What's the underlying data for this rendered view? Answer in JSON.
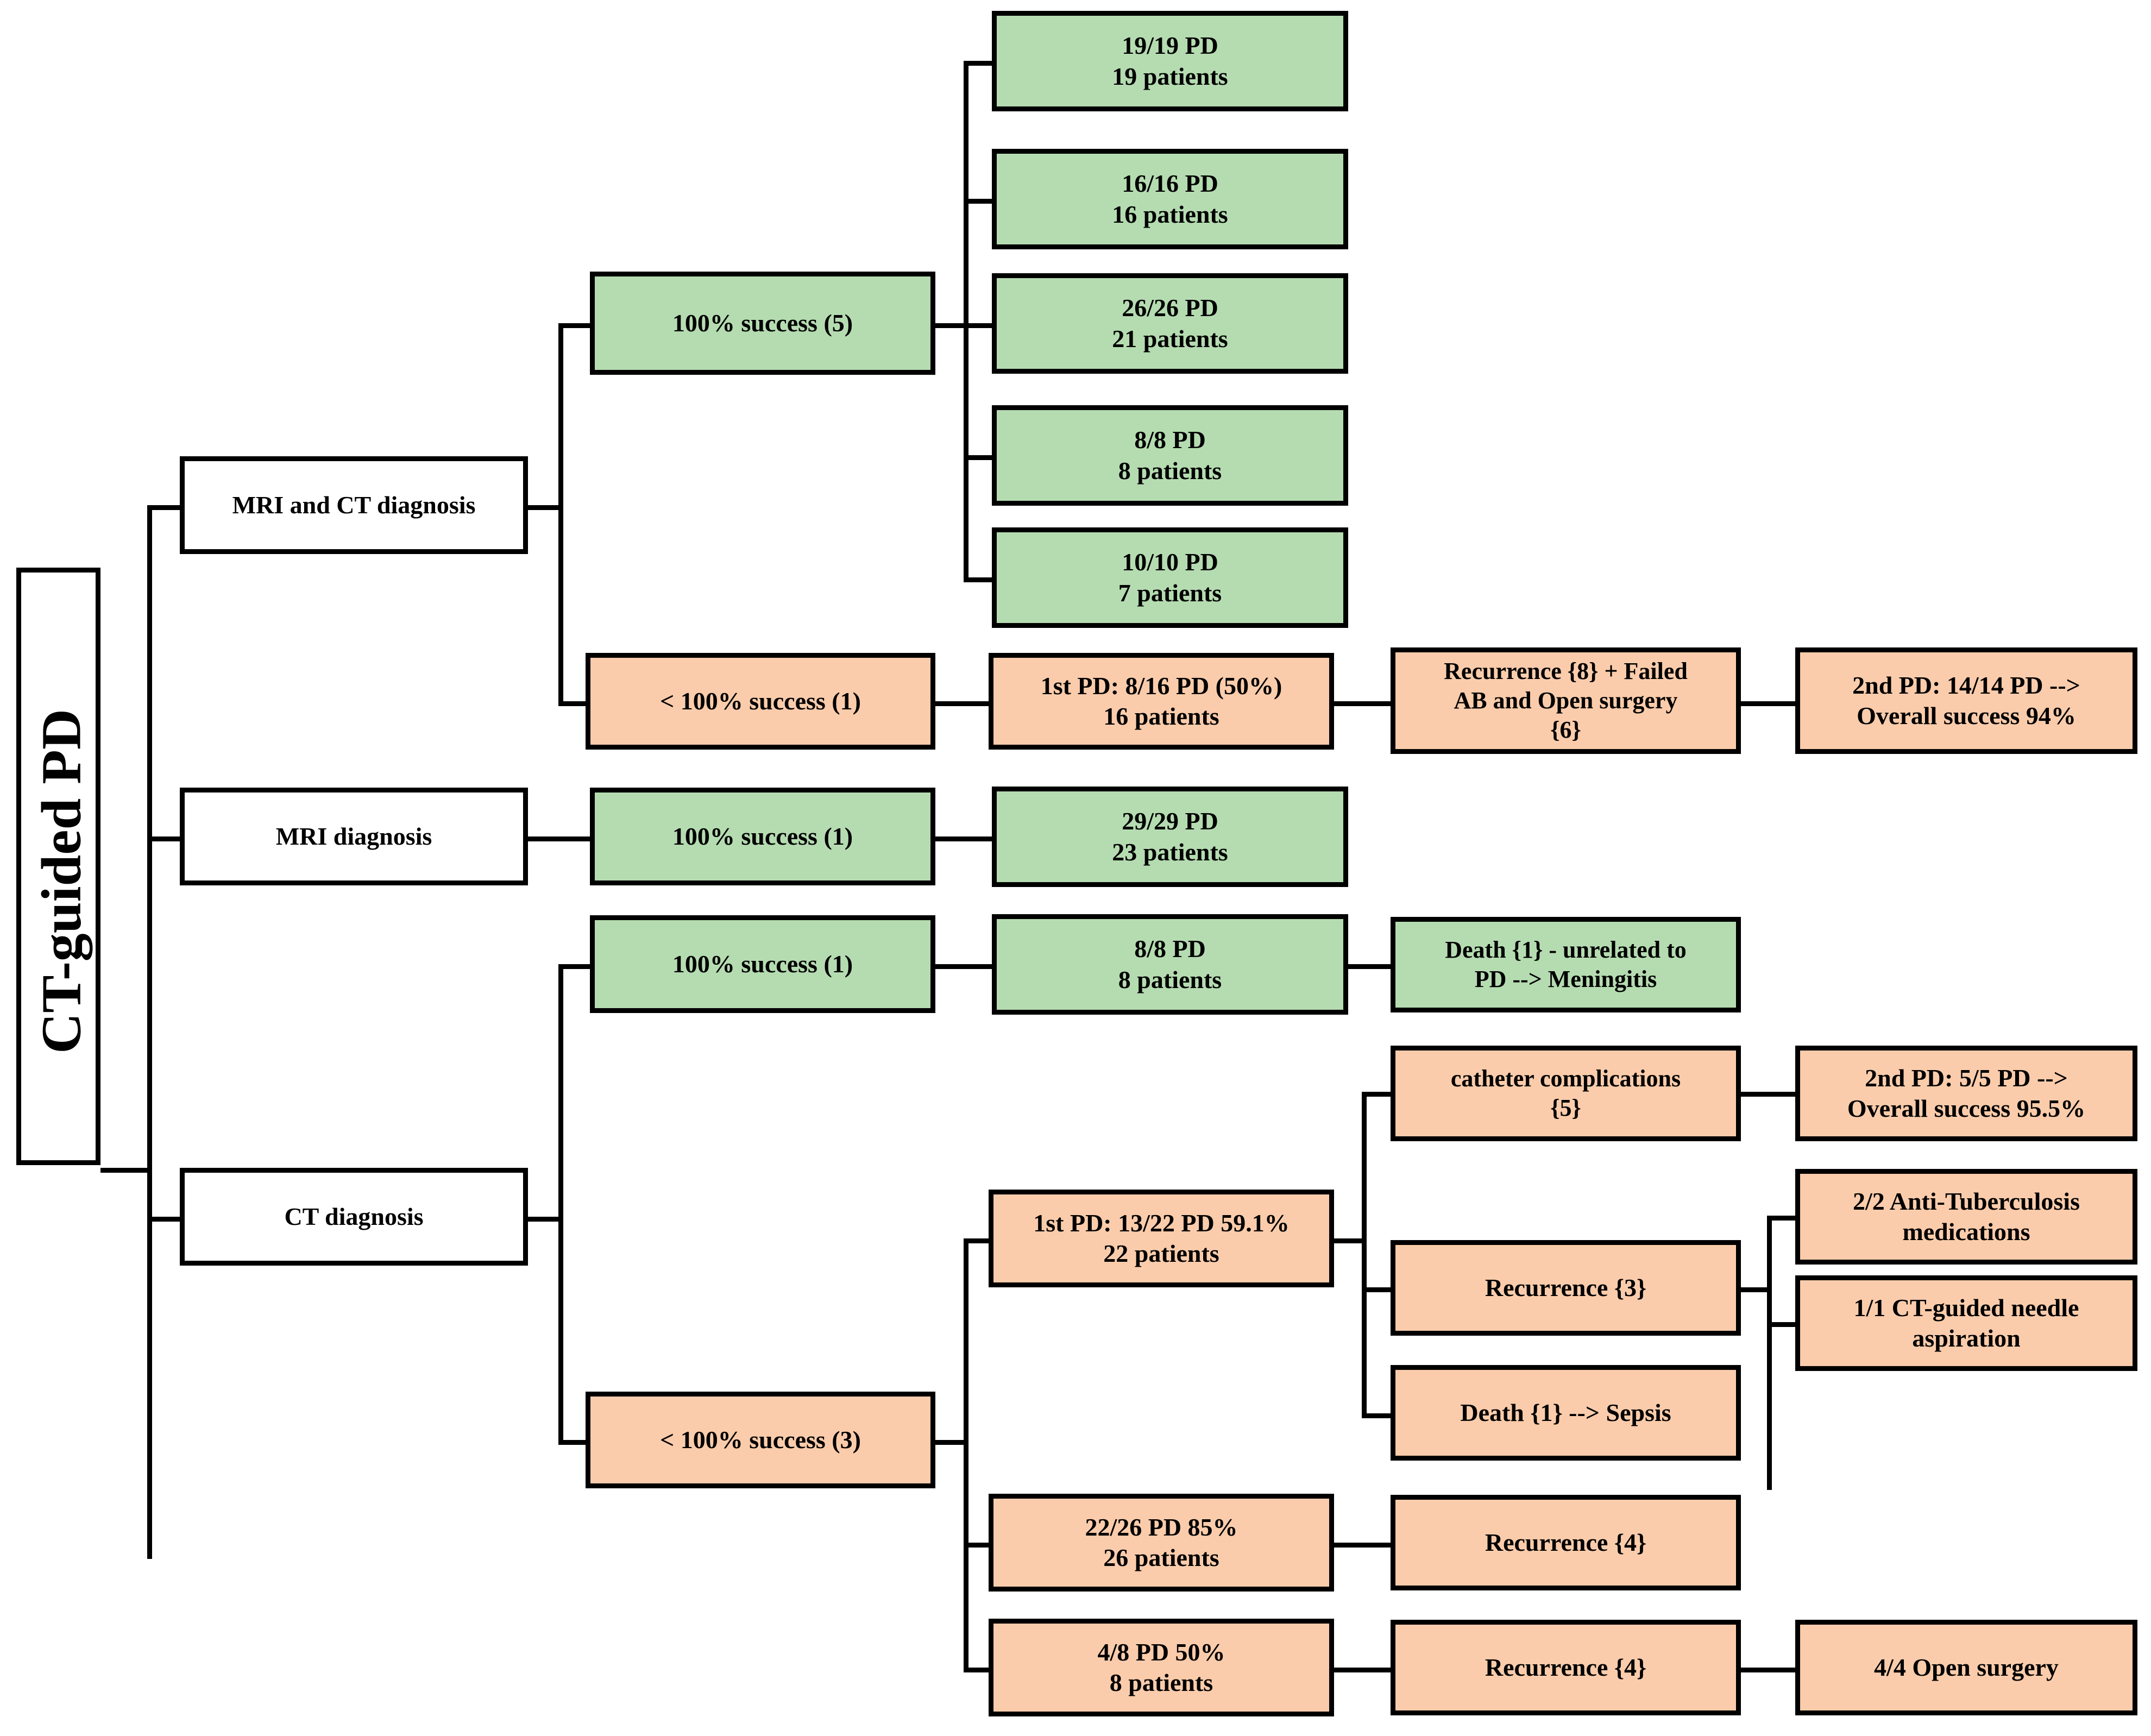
{
  "diagram": {
    "title": "CT-guided PD outcomes flowchart",
    "type": "flowchart-tree",
    "colors": {
      "success_fill": "#b5dcb1",
      "failure_fill": "#fbccab",
      "neutral_fill": "#ffffff",
      "border": "#000000"
    },
    "root": {
      "label": "CT-guided PD",
      "orientation": "vertical-rotated"
    },
    "branches": [
      {
        "id": "mri_and_ct",
        "label": "MRI and CT diagnosis"
      },
      {
        "id": "mri",
        "label": "MRI diagnosis"
      },
      {
        "id": "ct",
        "label": "CT diagnosis"
      }
    ],
    "outcomes": {
      "mri_ct_full": "100% success (5)",
      "mri_ct_partial": "< 100% success (1)",
      "mri_full": "100% success (1)",
      "ct_full": "100% success (1)",
      "ct_partial": "< 100% success (3)"
    },
    "studies_full_success": [
      {
        "pd": "19/19 PD",
        "patients": "19 patients"
      },
      {
        "pd": "16/16 PD",
        "patients": "16 patients"
      },
      {
        "pd": "26/26 PD",
        "patients": "21 patients"
      },
      {
        "pd": "8/8 PD",
        "patients": "8 patients"
      },
      {
        "pd": "10/10 PD",
        "patients": "7 patients"
      }
    ],
    "mri_ct_partial_chain": {
      "first_pd_line1": "1st PD: 8/16 PD (50%)",
      "first_pd_line2": "16 patients",
      "complication_line1": "Recurrence {8} + Failed",
      "complication_line2": "AB and Open surgery",
      "complication_line3": "{6}",
      "second_pd_line1": "2nd PD: 14/14 PD -->",
      "second_pd_line2": "Overall success 94%"
    },
    "mri_full_study": {
      "pd": "29/29 PD",
      "patients": "23 patients"
    },
    "ct_full_study": {
      "pd": "8/8 PD",
      "patients": "8 patients"
    },
    "ct_full_outcome": {
      "line1": "Death {1} - unrelated to",
      "line2": "PD --> Meningitis"
    },
    "ct_partial_groups": [
      {
        "id": "group_22",
        "line1": "1st PD: 13/22 PD 59.1%",
        "line2": "22 patients",
        "children": [
          {
            "id": "catheter",
            "line1": "catheter complications",
            "line2": "{5}",
            "children": [
              {
                "id": "second_pd_5",
                "line1": "2nd PD: 5/5 PD -->",
                "line2": "Overall success 95.5%"
              }
            ]
          },
          {
            "id": "recurrence3",
            "line1": "Recurrence {3}",
            "line2": "",
            "children": [
              {
                "id": "anti_tb",
                "line1": "2/2 Anti-Tuberculosis",
                "line2": "medications"
              },
              {
                "id": "needle_asp",
                "line1": "1/1 CT-guided needle",
                "line2": "aspiration"
              }
            ]
          },
          {
            "id": "death_sepsis",
            "line1": "Death {1} --> Sepsis",
            "line2": "",
            "children": []
          }
        ]
      },
      {
        "id": "group_26",
        "line1": "22/26 PD 85%",
        "line2": "26 patients",
        "children": [
          {
            "id": "recurrence4_a",
            "line1": "Recurrence {4}",
            "line2": "",
            "children": []
          }
        ]
      },
      {
        "id": "group_8",
        "line1": "4/8 PD 50%",
        "line2": "8 patients",
        "children": [
          {
            "id": "recurrence4_b",
            "line1": "Recurrence {4}",
            "line2": "",
            "children": [
              {
                "id": "open_surgery",
                "line1": "4/4 Open surgery",
                "line2": ""
              }
            ]
          }
        ]
      }
    ]
  }
}
